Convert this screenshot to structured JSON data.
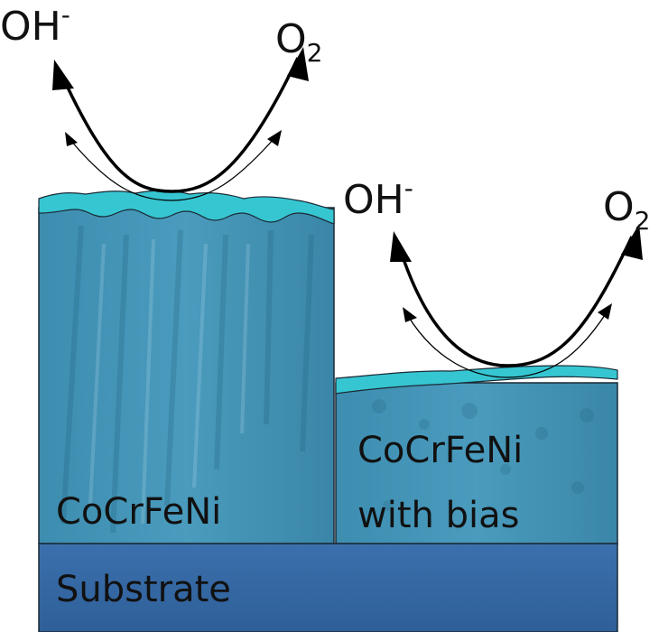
{
  "labels": {
    "left_block": "CoCrFeNi",
    "right_block_line1": "CoCrFeNi",
    "right_block_line2": "with bias",
    "substrate": "Substrate"
  },
  "species": {
    "reactant": "OH",
    "reactant_charge": "-",
    "product": "O",
    "product_subscript": "2"
  },
  "colors": {
    "film": "#3f8fb0",
    "film_dark": "#2e7496",
    "top_layer": "#36c6d2",
    "substrate": "#3569a4",
    "outline": "#1a2a35",
    "arrow": "#000000"
  }
}
